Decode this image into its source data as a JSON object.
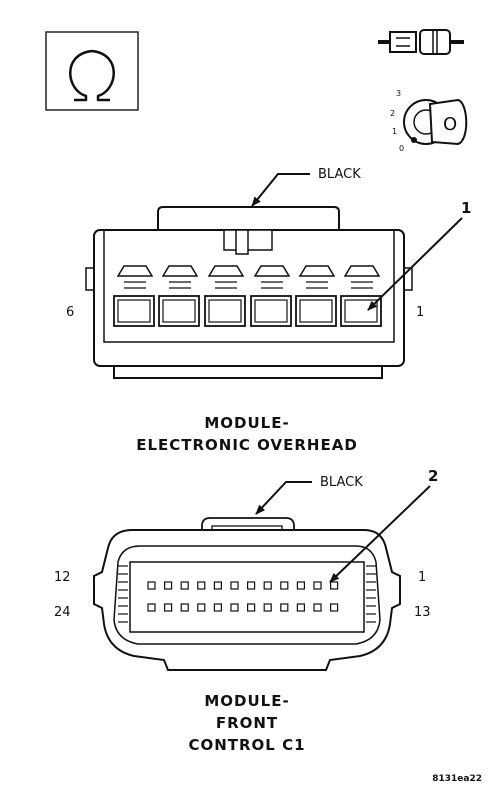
{
  "icons": {
    "symbol": "ohm-symbol-icon",
    "connector": "connector-icon",
    "ignition": "ignition-key-icon",
    "ignition_positions": [
      "3",
      "2",
      "1",
      "0"
    ],
    "ignition_key_label": "O"
  },
  "connector_top": {
    "wire_color": "BLACK",
    "pin_left": "6",
    "pin_right": "1",
    "callout": "1",
    "title_line1": "MODULE-",
    "title_line2": "ELECTRONIC OVERHEAD"
  },
  "connector_bottom": {
    "wire_color": "BLACK",
    "pin_top_left": "12",
    "pin_top_right": "1",
    "pin_bottom_left": "24",
    "pin_bottom_right": "13",
    "callout": "2",
    "title_line1": "MODULE-",
    "title_line2": "FRONT",
    "title_line3": "CONTROL C1"
  },
  "figure_id": "8131ea22"
}
